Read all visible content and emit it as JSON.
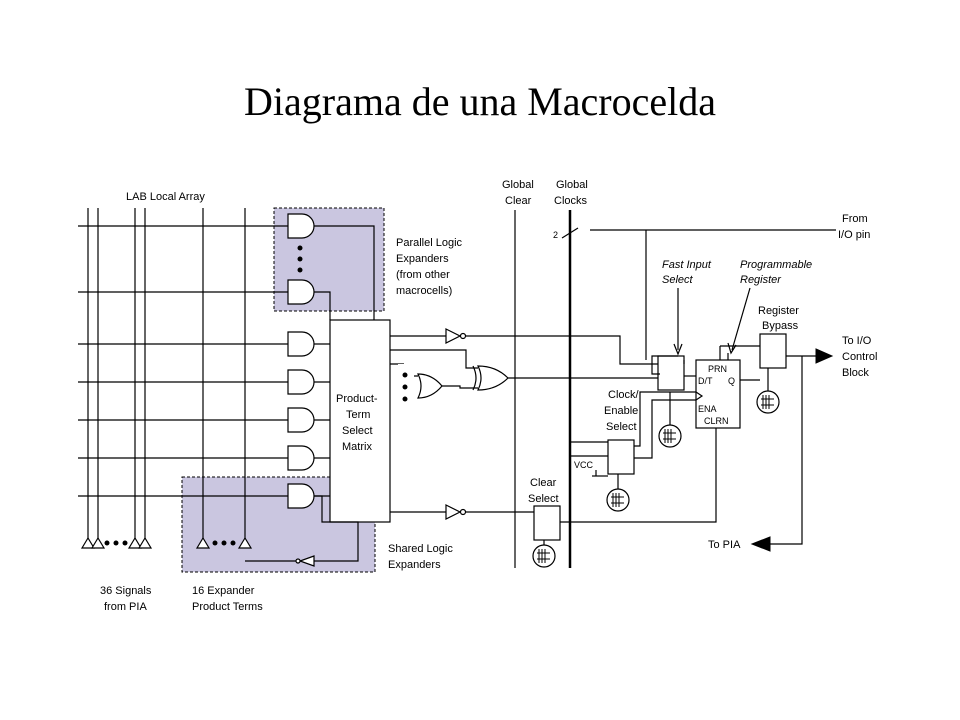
{
  "title": "Diagrama de una Macrocelda",
  "labels": {
    "lab_local_array": "LAB Local Array",
    "global_clear": [
      "Global",
      "Clear"
    ],
    "global_clocks": [
      "Global",
      "Clocks"
    ],
    "clock_count": "2",
    "from_io_pin": [
      "From",
      "I/O pin"
    ],
    "parallel_logic": [
      "Parallel Logic",
      "Expanders",
      "(from other",
      "macrocells)"
    ],
    "fast_input_select": [
      "Fast Input",
      "Select"
    ],
    "programmable_register": [
      "Programmable",
      "Register"
    ],
    "register_bypass": [
      "Register",
      "Bypass"
    ],
    "to_io_control": [
      "To I/O",
      "Control",
      "Block"
    ],
    "product_term_matrix": [
      "Product-",
      "Term",
      "Select",
      "Matrix"
    ],
    "clock_enable_select": [
      "Clock/",
      "Enable",
      "Select"
    ],
    "clear_select": [
      "Clear",
      "Select"
    ],
    "vcc": "VCC",
    "to_pia": "To PIA",
    "shared_logic": [
      "Shared Logic",
      "Expanders"
    ],
    "signals_from_pia": [
      "36 Signals",
      "from PIA"
    ],
    "expander_terms": [
      "16 Expander",
      "Product Terms"
    ],
    "register_pins": {
      "prn": "PRN",
      "dt": "D/T",
      "q": "Q",
      "ena": "ENA",
      "clrn": "CLRN"
    }
  },
  "colors": {
    "expander_fill": "#cac6e0",
    "expander_border": "#000000"
  }
}
